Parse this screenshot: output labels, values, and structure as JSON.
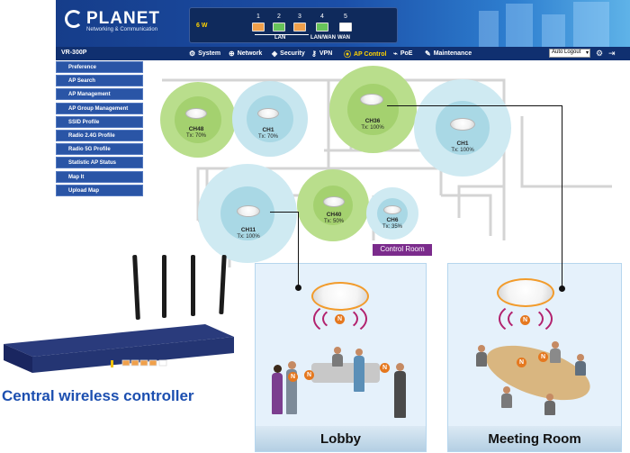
{
  "header": {
    "brand": "PLANET",
    "tagline": "Networking & Communication",
    "power_label": "6 W",
    "ports": [
      {
        "num": "1",
        "color": "#f0a04b"
      },
      {
        "num": "2",
        "color": "#67c35a"
      },
      {
        "num": "3",
        "color": "#f0a04b"
      },
      {
        "num": "4",
        "color": "#67c35a"
      },
      {
        "num": "5",
        "color": "#ffffff"
      }
    ],
    "port_group_labels": {
      "lan": "LAN",
      "lan_wan": "LAN/WAN",
      "wan": "WAN"
    }
  },
  "nav": {
    "model": "VR-300P",
    "items": [
      {
        "label": "System",
        "icon": "gear-icon"
      },
      {
        "label": "Network",
        "icon": "globe-icon"
      },
      {
        "label": "Security",
        "icon": "shield-icon"
      },
      {
        "label": "VPN",
        "icon": "key-icon"
      },
      {
        "label": "AP Control",
        "icon": "access-point-icon",
        "active": true
      },
      {
        "label": "PoE",
        "icon": "plug-icon"
      },
      {
        "label": "Maintenance",
        "icon": "wrench-icon"
      }
    ],
    "logout_select": "Auto Logout"
  },
  "sidebar": {
    "items": [
      {
        "label": "Preference"
      },
      {
        "label": "AP Search"
      },
      {
        "label": "AP Management"
      },
      {
        "label": "AP Group Management"
      },
      {
        "label": "SSID Profile"
      },
      {
        "label": "Radio 2.4G Profile"
      },
      {
        "label": "Radio 5G Profile"
      },
      {
        "label": "Statistic AP Status"
      },
      {
        "label": "Map It"
      },
      {
        "label": "Upload Map"
      }
    ]
  },
  "map": {
    "aps": [
      {
        "ch": "CH48",
        "tx": "Tx: 70%"
      },
      {
        "ch": "CH1",
        "tx": "Tx: 70%"
      },
      {
        "ch": "CH36",
        "tx": "Tx: 100%"
      },
      {
        "ch": "CH1",
        "tx": "Tx: 100%"
      },
      {
        "ch": "CH11",
        "tx": "Tx: 100%"
      },
      {
        "ch": "CH40",
        "tx": "Tx: 50%"
      },
      {
        "ch": "CH6",
        "tx": "Tx: 35%"
      }
    ],
    "control_room_label": "Control Room"
  },
  "scenes": {
    "lobby_title": "Lobby",
    "meeting_title": "Meeting Room",
    "badge_letter": "N"
  },
  "caption": "Central wireless controller",
  "colors": {
    "header_blue": "#1b4fa8",
    "sidebar_blue": "#2a55a6",
    "active_nav": "#ffd200",
    "green_coverage": "#b9de8c",
    "blue_coverage": "#bfe2ec",
    "control_room": "#7b2b8c",
    "caption": "#1c4fb0"
  }
}
